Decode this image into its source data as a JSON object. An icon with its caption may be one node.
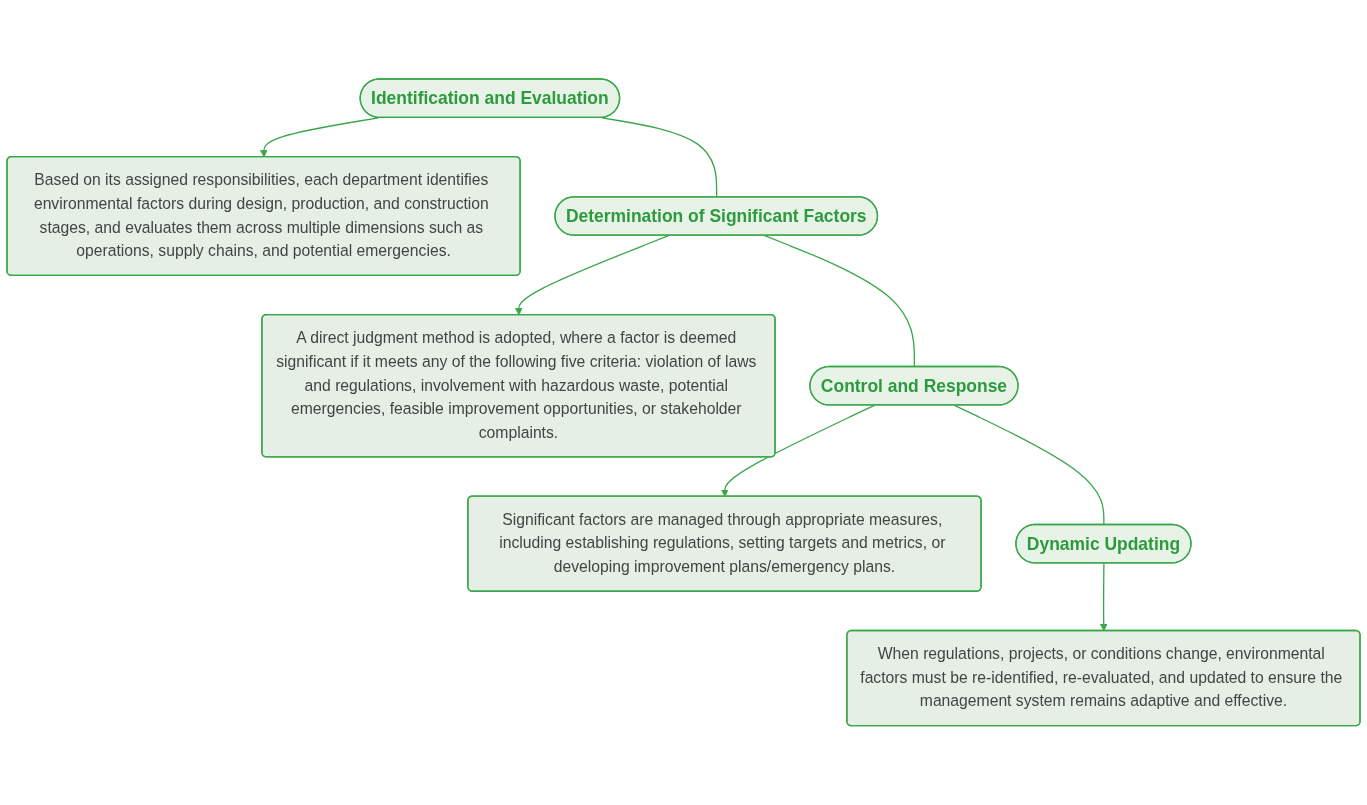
{
  "diagram": {
    "nodes": [
      {
        "text": [
          "Identification and Evaluation"
        ]
      },
      {
        "text": [
          "Based on its assigned responsibilities, each department identifies environmental factors during design, production, and construction stages, and evaluates them across multiple dimensions such as operations, supply chains, and potential emergencies."
        ]
      },
      {
        "text": [
          "Determination of Significant Factors"
        ]
      },
      {
        "text": [
          "A direct judgment method is adopted, where a factor is deemed significant if it meets any of the following five criteria: violation of laws and regulations, involvement with hazardous waste, potential emergencies, feasible improvement opportunities, or stakeholder complaints."
        ]
      },
      {
        "text": [
          "Control and Response"
        ]
      },
      {
        "text": [
          "Significant factors are managed through appropriate measures, including establishing regulations, setting targets and metrics, or developing improvement plans/emergency plans."
        ]
      },
      {
        "text": [
          "Dynamic Updating"
        ]
      },
      {
        "text": [
          "When regulations, projects, or conditions change, environmental factors must be re-identified, re-evaluated, and updated to ensure the management system remains adaptive and effective."
        ]
      }
    ],
    "edges": [
      {
        "from": 0,
        "to": 1,
        "arrow": "to"
      },
      {
        "from": 0,
        "to": 2,
        "arrow": "none"
      },
      {
        "from": 2,
        "to": 3,
        "arrow": "to"
      },
      {
        "from": 2,
        "to": 4,
        "arrow": "none"
      },
      {
        "from": 4,
        "to": 5,
        "arrow": "to"
      },
      {
        "from": 4,
        "to": 6,
        "arrow": "none"
      },
      {
        "from": 6,
        "to": 7,
        "arrow": "to"
      }
    ]
  }
}
